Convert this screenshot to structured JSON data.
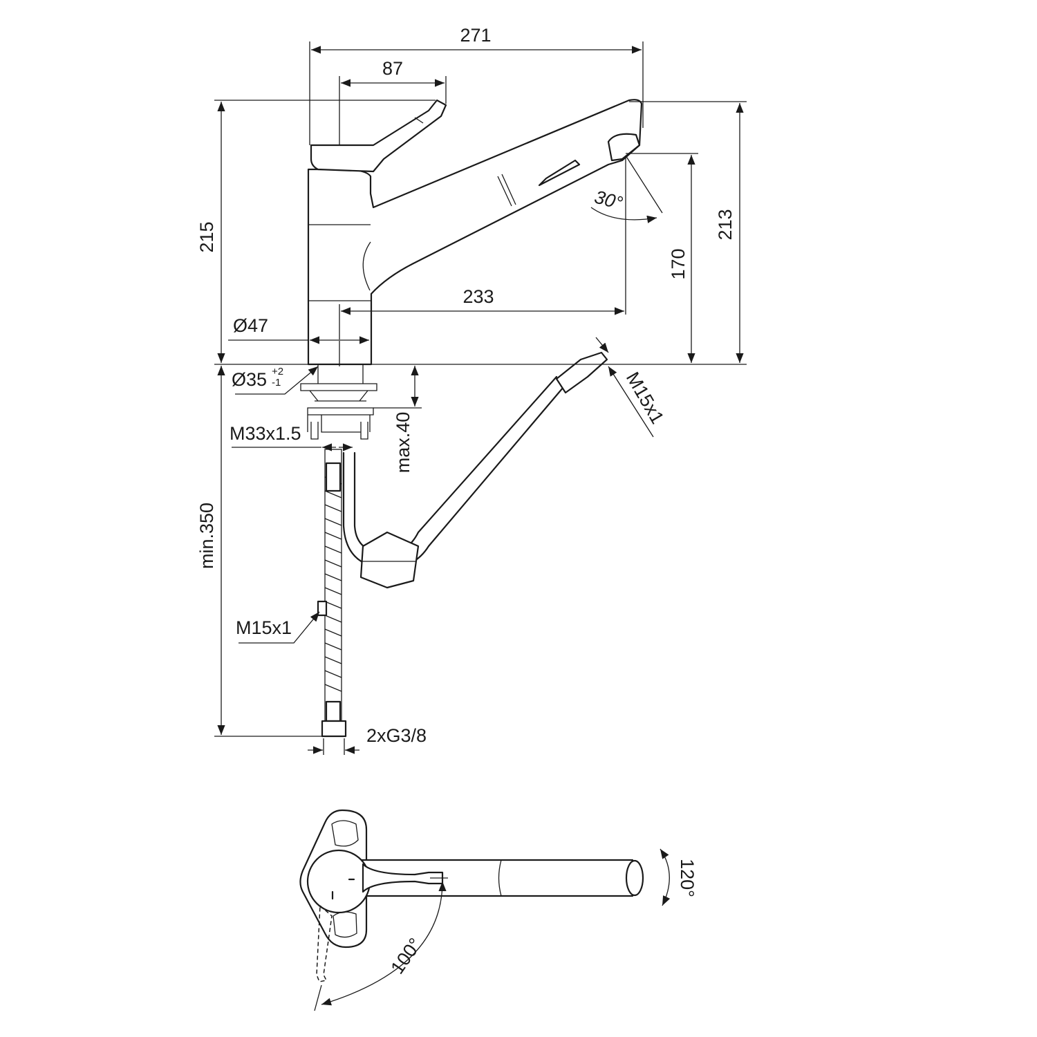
{
  "dimensions": {
    "overall_length": "271",
    "lever_offset": "87",
    "total_height": "215",
    "spray_angle": "30°",
    "spout_top_height": "213",
    "outlet_height": "170",
    "spout_reach": "233",
    "body_diameter": "Ø47",
    "hole_diameter": "Ø35",
    "hole_tol_plus": "+2",
    "hole_tol_minus": "-1",
    "hose_thread_right": "M15x1",
    "mount_thread": "M33x1.5",
    "max_deck": "max.40",
    "min_hose": "min.350",
    "hose_thread_left": "M15x1",
    "connection": "2xG3/8",
    "swivel_angle": "120°",
    "lever_angle": "100°"
  },
  "colors": {
    "line": "#1a1a1a",
    "background": "#ffffff"
  }
}
